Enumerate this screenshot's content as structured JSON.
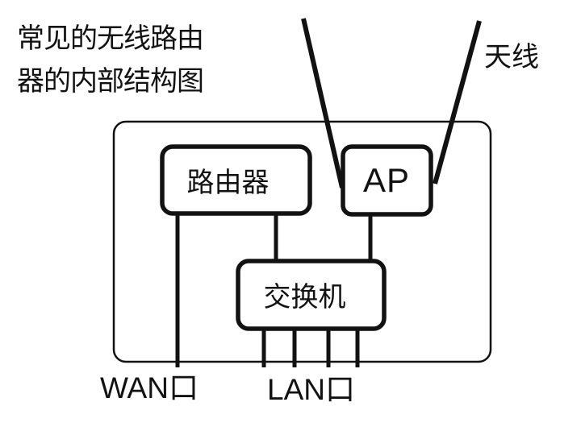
{
  "theme": {
    "ink": "#121212",
    "bg": "#ffffff"
  },
  "title": {
    "line1": "常见的无线路由",
    "line2": "器的内部结构图"
  },
  "diagram": {
    "antenna_label": "天线",
    "nodes": {
      "router": "路由器",
      "ap": "AP",
      "switch": "交换机"
    },
    "ports": {
      "wan": "WAN口",
      "lan": "LAN口"
    }
  }
}
